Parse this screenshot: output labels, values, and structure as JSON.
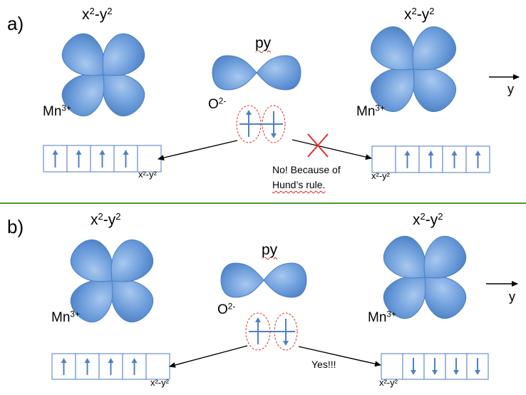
{
  "colors": {
    "lobe_fill": "#6f9fdc",
    "lobe_edge": "#4a7ec3",
    "box_stroke": "#6a93c9",
    "spin_arrow": "#4f82c2",
    "dashed_ellipse": "#e0302a",
    "cross": "#e0302a",
    "divider": "#4c9a2a"
  },
  "icons": {
    "spin_up": "arrow-up",
    "spin_down": "arrow-down",
    "forbidden": "red-x-cross",
    "axis": "arrow-right"
  },
  "panels": [
    {
      "label": "a)",
      "left_orbital": {
        "name_base": "x",
        "name_sup1": "2",
        "name_mid": "-y",
        "name_sup2": "2",
        "ion_base": "Mn",
        "ion_sup": "3+"
      },
      "py_label": "py",
      "oxygen": {
        "base": "O",
        "sup": "2-"
      },
      "right_orbital": {
        "name_base": "x",
        "name_sup1": "2",
        "name_mid": "-y",
        "name_sup2": "2",
        "ion_base": "Mn",
        "ion_sup": "3+"
      },
      "axis_label": "y",
      "left_boxes": {
        "spins": [
          "up",
          "up",
          "up",
          "up",
          "empty"
        ],
        "caption": "x²-y²"
      },
      "right_boxes": {
        "spins": [
          "empty",
          "up",
          "up",
          "up",
          "up"
        ],
        "caption": "x²-y²"
      },
      "note_line1": "No! Because of",
      "note_line2": "Hund’s rule."
    },
    {
      "label": "b)",
      "left_orbital": {
        "name_base": "x",
        "name_sup1": "2",
        "name_mid": "-y",
        "name_sup2": "2",
        "ion_base": "Mn",
        "ion_sup": "3+"
      },
      "py_label": "py",
      "oxygen": {
        "base": "O",
        "sup": "2-"
      },
      "right_orbital": {
        "name_base": "x",
        "name_sup1": "2",
        "name_mid": "-y",
        "name_sup2": "2",
        "ion_base": "Mn",
        "ion_sup": "3+"
      },
      "axis_label": "y",
      "left_boxes": {
        "spins": [
          "up",
          "up",
          "up",
          "up",
          "empty"
        ],
        "caption": "x²-y²"
      },
      "right_boxes": {
        "spins": [
          "empty",
          "down",
          "down",
          "down",
          "down"
        ],
        "caption": "x²-y²"
      },
      "note_line1": "Yes!!!"
    }
  ]
}
